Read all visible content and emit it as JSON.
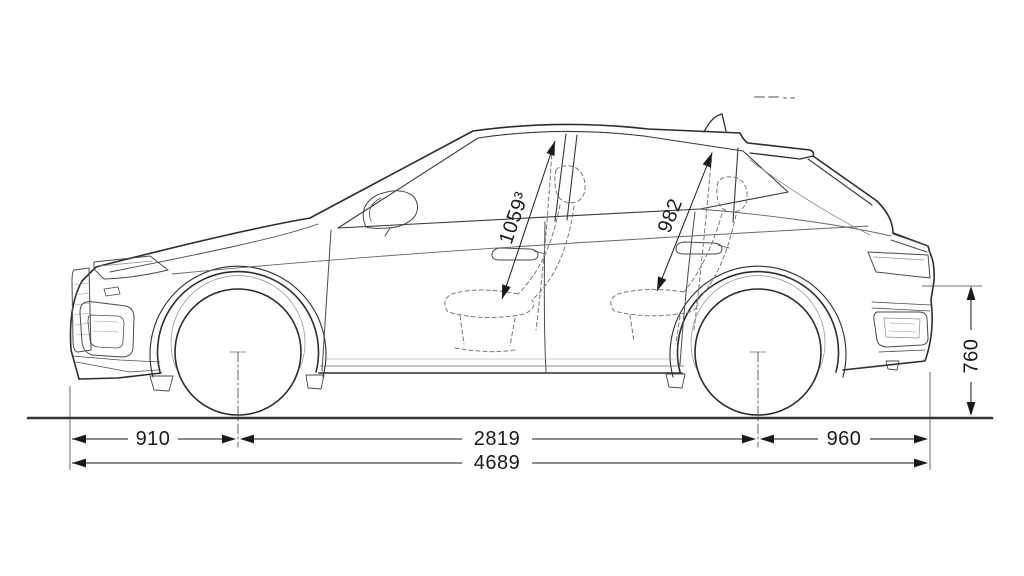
{
  "diagram": {
    "background": "#ffffff",
    "outline_color": "#2d2d2d",
    "detail_color": "#555555",
    "light_color": "#8c8c8c",
    "dashed_color": "#7a7a7a",
    "dimension_color": "#1a1a1a",
    "dimensions": {
      "front_overhang": "910",
      "wheelbase": "2819",
      "rear_overhang": "960",
      "overall_length": "4689",
      "rear_height": "760",
      "front_headroom": "1059³",
      "rear_headroom": "982"
    }
  }
}
